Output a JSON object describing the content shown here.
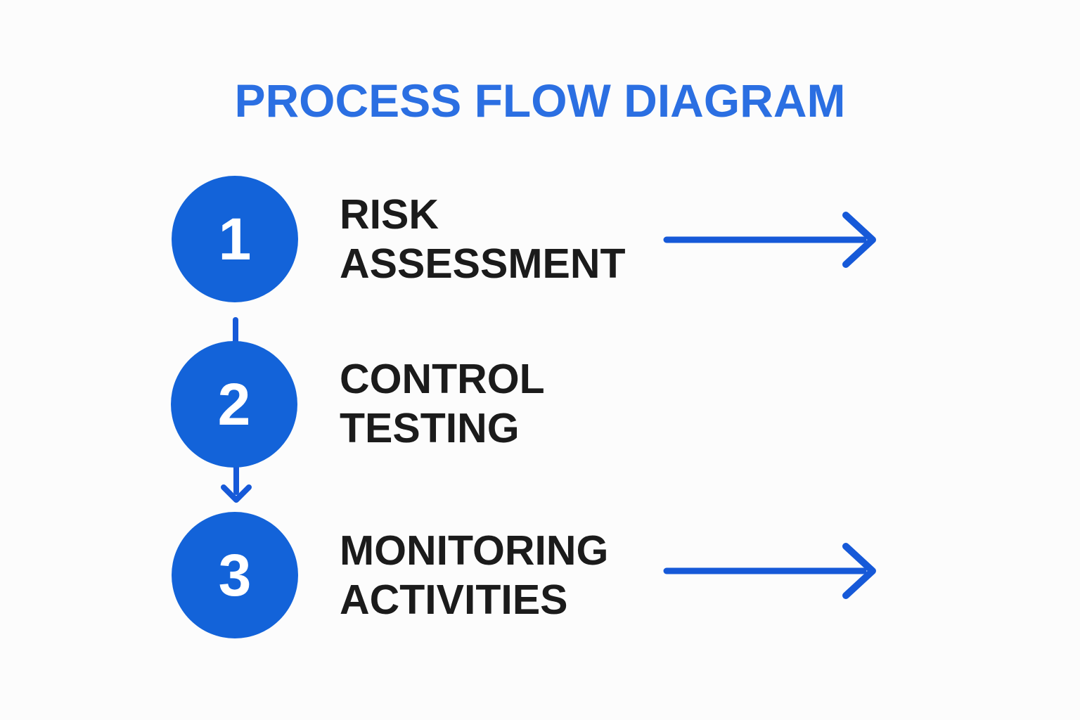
{
  "title": "PROCESS FLOW DIAGRAM",
  "colors": {
    "title": "#2b6fe2",
    "circle": "#1363d9",
    "arrow": "#1659d8",
    "text": "#1b1b1b",
    "background": "#fcfcfc",
    "number": "#ffffff"
  },
  "steps": [
    {
      "number": "1",
      "label_line1": "RISK",
      "label_line2": "ASSESSMENT",
      "has_right_arrow": true
    },
    {
      "number": "2",
      "label_line1": "CONTROL",
      "label_line2": "TESTING",
      "has_right_arrow": false
    },
    {
      "number": "3",
      "label_line1": "MONITORING",
      "label_line2": "ACTIVITIES",
      "has_right_arrow": true
    }
  ],
  "connectors": [
    {
      "name": "step1-to-step2",
      "type": "line-down"
    },
    {
      "name": "step2-to-step3",
      "type": "arrow-down"
    }
  ]
}
